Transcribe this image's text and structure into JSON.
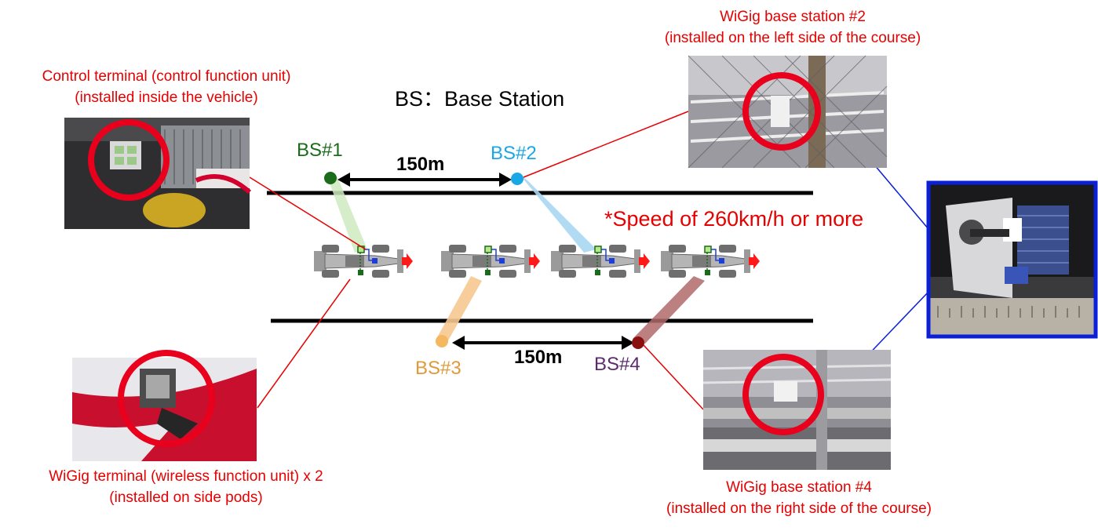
{
  "legend": "BS：Base Station",
  "speed_note": "*Speed of 260km/h or more",
  "distance_top": "150m",
  "distance_bottom": "150m",
  "base_stations": [
    {
      "label": "BS#1",
      "color": "#1a6b1a"
    },
    {
      "label": "BS#2",
      "color": "#1aa7e6"
    },
    {
      "label": "BS#3",
      "color": "#e09a3a"
    },
    {
      "label": "BS#4",
      "color": "#5e2a6e"
    }
  ],
  "callouts": {
    "control_terminal": {
      "line1": "Control terminal (control function unit)",
      "line2": "(installed inside the vehicle)"
    },
    "wigig_terminal": {
      "line1": "WiGig terminal (wireless function unit) x 2",
      "line2": "(installed on side pods)"
    },
    "bs2": {
      "line1": "WiGig base station #2",
      "line2": "(installed on the left side of the course)"
    },
    "bs4": {
      "line1": "WiGig base station #4",
      "line2": "(installed on the right side of the course)"
    }
  },
  "colors": {
    "callout": "#e60000",
    "highlight_ring": "#e8001c",
    "frame": "#0a1fd6",
    "track": "#000000"
  }
}
